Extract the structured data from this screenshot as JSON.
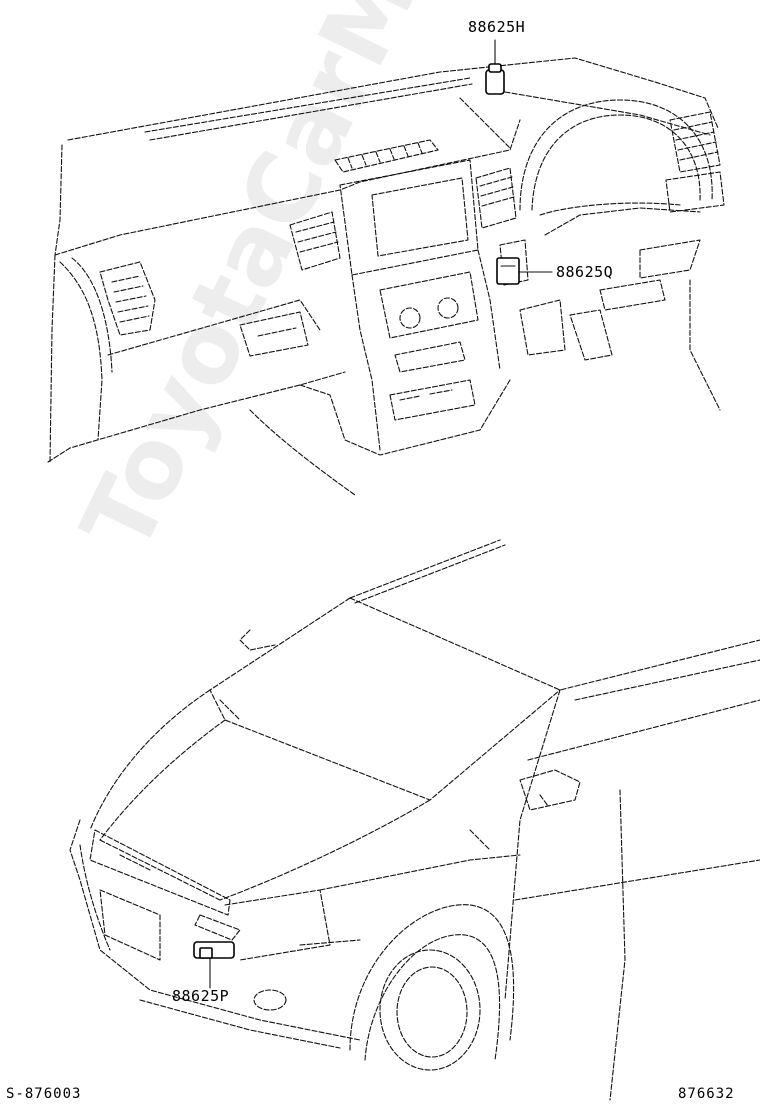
{
  "parts": {
    "top_connector": {
      "label": "88625H",
      "icon": "connector-icon"
    },
    "dash_connector": {
      "label": "88625Q",
      "icon": "connector-icon"
    },
    "front_connector": {
      "label": "88625P",
      "icon": "connector-icon"
    }
  },
  "footer": {
    "left_code": "S-876003",
    "right_code": "876632"
  },
  "watermark": "ToyotaCarMine"
}
